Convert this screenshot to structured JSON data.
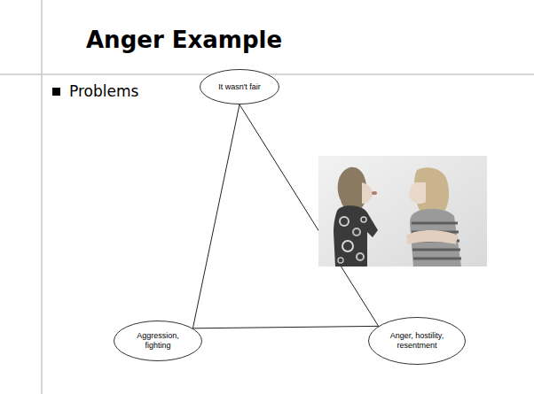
{
  "diagram": {
    "title": "Anger Example",
    "nodes": [
      {
        "text": [
          "It wasn't fair"
        ]
      },
      {
        "text": [
          "Aggression, fighting"
        ]
      },
      {
        "text": [
          "Anger, hostility, resentment"
        ]
      }
    ],
    "edges": [
      {
        "from": 0,
        "to": 1,
        "arrow": "none"
      },
      {
        "from": 0,
        "to": 2,
        "arrow": "none"
      },
      {
        "from": 1,
        "to": 2,
        "arrow": "none"
      }
    ],
    "labels": [
      "Problems"
    ]
  }
}
